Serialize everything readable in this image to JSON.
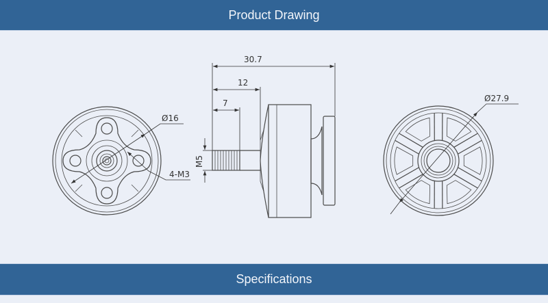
{
  "header": {
    "title": "Product Drawing"
  },
  "footer_band": {
    "title": "Specifications"
  },
  "drawing": {
    "front_view": {
      "diameter_label": "Ø16",
      "holes_label": "4-M3"
    },
    "side_view": {
      "overall_length": "30.7",
      "shaft_length": "12",
      "thread_length": "7",
      "thread_label": "M5"
    },
    "rear_view": {
      "diameter_label": "Ø27.9"
    }
  },
  "colors": {
    "band": "#316496",
    "background": "#ebeff7"
  }
}
